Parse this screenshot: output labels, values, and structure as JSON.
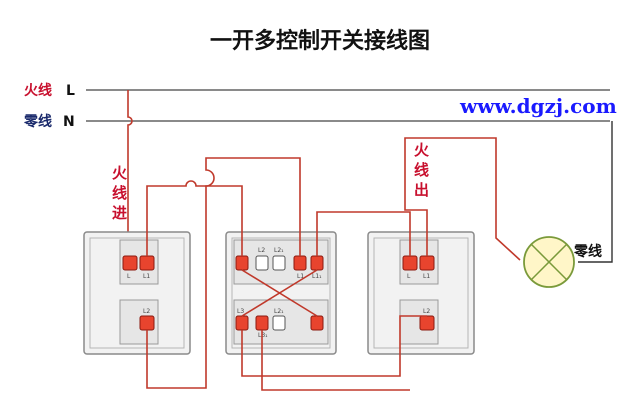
{
  "title": "一开多控制开关接线图",
  "watermark": "www.dgzj.com",
  "rails": {
    "live_label": "火线",
    "live_letter": "L",
    "neutral_label": "零线",
    "neutral_letter": "N"
  },
  "wire_labels": {
    "live_in": [
      "火",
      "线",
      "进"
    ],
    "live_out": [
      "火",
      "线",
      "出"
    ]
  },
  "lamp": {
    "label": "零线"
  },
  "switches": {
    "left": {
      "terminals": {
        "l": "L",
        "l1": "L1",
        "l2": "L2"
      }
    },
    "middle": {
      "terminals": {
        "l2a": "L2",
        "l2b": "L2₁",
        "l1": "L1",
        "l1b": "L1₁",
        "l3": "L3",
        "l3b": "L3₁",
        "l2c": "L2₁"
      }
    },
    "right": {
      "terminals": {
        "l": "L",
        "l1": "L1",
        "l2": "L2"
      }
    }
  },
  "colors": {
    "wire": "#c0392b",
    "terminal": "#e8442e",
    "title": "#111111",
    "accent_red": "#c8102e",
    "watermark": "#1a1aff",
    "neutral_wire": "#333333"
  }
}
